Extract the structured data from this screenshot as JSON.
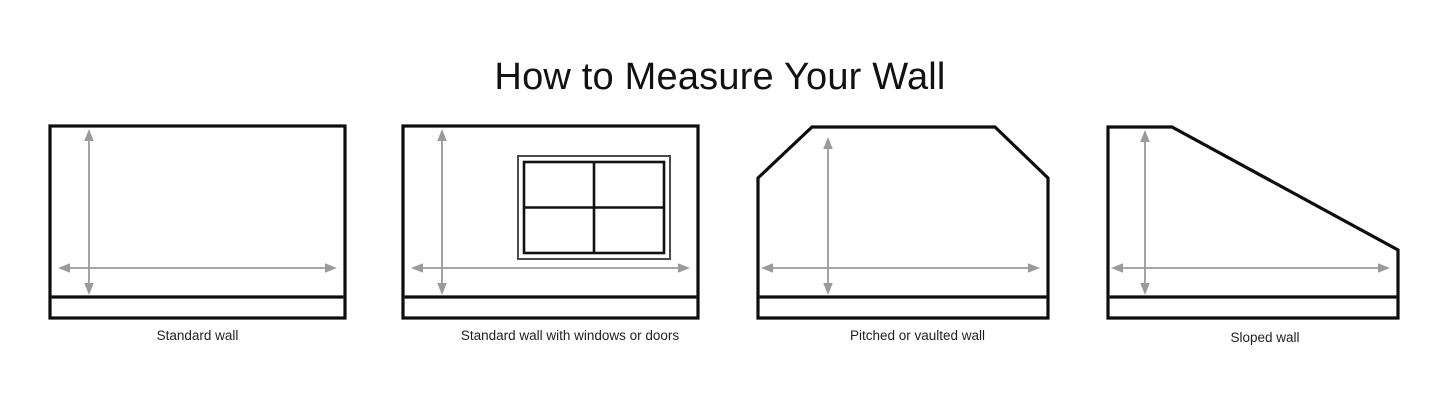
{
  "page": {
    "title": "How to Measure Your Wall",
    "background_color": "#ffffff",
    "line_color": "#0d0d0d",
    "arrow_color": "#9a9a9a",
    "text_color": "#1a1a1a"
  },
  "diagrams": [
    {
      "id": "standard-wall",
      "caption": "Standard wall",
      "shape": "rectangle",
      "has_window": false,
      "has_baseboard": true,
      "dimension_arrows": [
        "height-arrow",
        "width-arrow"
      ]
    },
    {
      "id": "standard-wall-with-openings",
      "caption": "Standard wall with windows or doors",
      "shape": "rectangle",
      "has_window": true,
      "window_panes": 4,
      "has_baseboard": true,
      "dimension_arrows": [
        "height-arrow",
        "width-arrow"
      ]
    },
    {
      "id": "pitched-vaulted-wall",
      "caption": "Pitched or vaulted wall",
      "shape": "chamfered-top-corners",
      "has_window": false,
      "has_baseboard": true,
      "dimension_arrows": [
        "height-arrow",
        "width-arrow"
      ]
    },
    {
      "id": "sloped-wall",
      "caption": "Sloped wall",
      "shape": "right-descending-slope",
      "has_window": false,
      "has_baseboard": true,
      "dimension_arrows": [
        "height-arrow",
        "width-arrow"
      ]
    }
  ]
}
